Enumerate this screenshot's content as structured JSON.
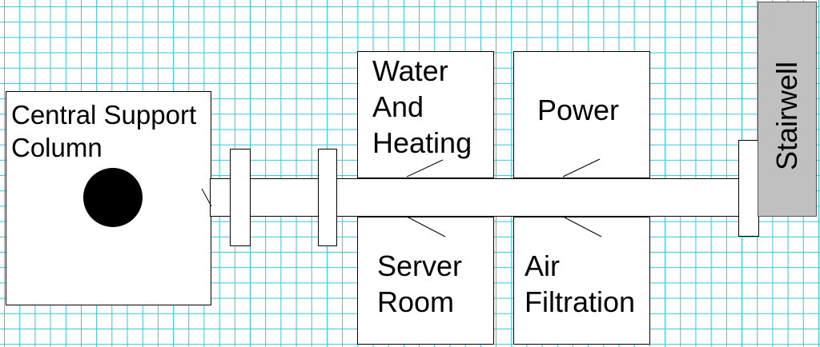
{
  "floor_plan": {
    "central_column": {
      "label": "Central Support\nColumn"
    },
    "rooms": [
      {
        "label": "Water\nAnd\nHeating"
      },
      {
        "label": "Power"
      },
      {
        "label": "Server\nRoom"
      },
      {
        "label": "Air\nFiltration"
      }
    ],
    "stairwell": {
      "label": "Stairwell"
    }
  },
  "colors": {
    "grid": "#33c6d6",
    "stairwell_fill": "#c0c0c0",
    "column_fill": "#000000"
  }
}
